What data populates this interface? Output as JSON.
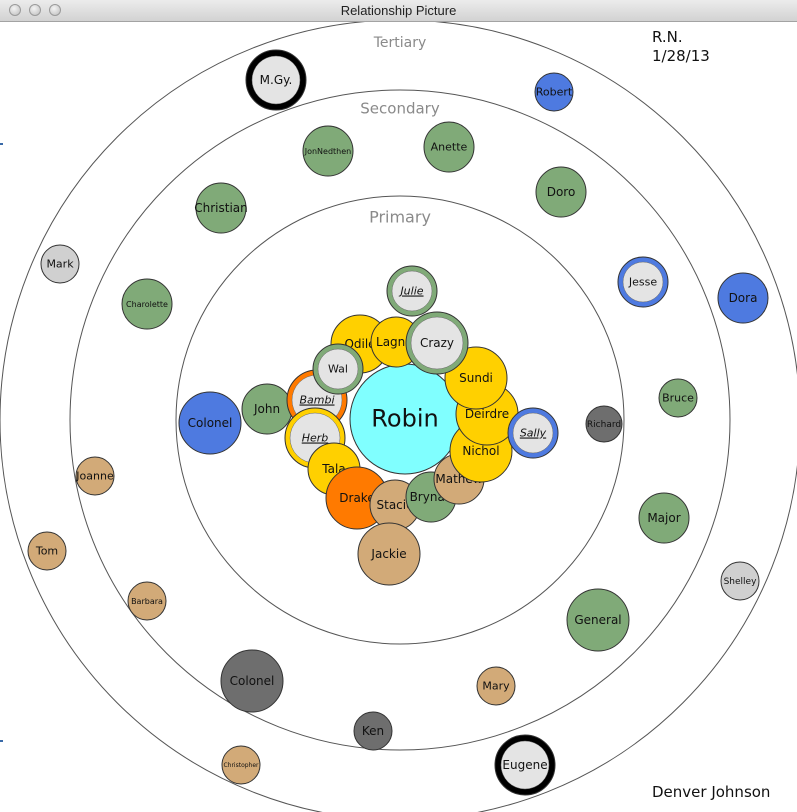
{
  "window": {
    "title": "Relationship Picture"
  },
  "header": {
    "initials": "R.N.",
    "date": "1/28/13"
  },
  "footer": {
    "name": "Denver Johnson"
  },
  "rings": [
    {
      "label": "Primary",
      "r": 240
    },
    {
      "label": "Secondary",
      "r": 330
    },
    {
      "label": "Tertiary",
      "r": 400
    }
  ],
  "colors": {
    "center": "#80ffff",
    "green": "#80aa78",
    "blue": "#4e7ae0",
    "tan": "#d2aa78",
    "yellow": "#ffd000",
    "orange": "#ff7a00",
    "gray": "#6e6e6e",
    "lightgray": "#d0d0d0",
    "white": "#e4e4e4",
    "black": "#000000"
  },
  "people": [
    {
      "name": "Robin",
      "fill": "center",
      "center": true
    },
    {
      "name": "Colonel",
      "fill": "blue"
    },
    {
      "name": "John",
      "fill": "green"
    },
    {
      "name": "Bambi",
      "fill": "white",
      "ring": "orange",
      "underline": true
    },
    {
      "name": "Herb",
      "fill": "white",
      "ring": "yellow",
      "underline": true
    },
    {
      "name": "Tala",
      "fill": "yellow"
    },
    {
      "name": "Drake",
      "fill": "orange"
    },
    {
      "name": "Stacie",
      "fill": "tan"
    },
    {
      "name": "Jackie",
      "fill": "tan"
    },
    {
      "name": "Brynan",
      "fill": "green"
    },
    {
      "name": "Mathew",
      "fill": "tan"
    },
    {
      "name": "Nichol",
      "fill": "yellow"
    },
    {
      "name": "Deirdre",
      "fill": "yellow"
    },
    {
      "name": "Sundi",
      "fill": "yellow"
    },
    {
      "name": "Odile",
      "fill": "yellow"
    },
    {
      "name": "Lagnia",
      "fill": "yellow"
    },
    {
      "name": "Crazy",
      "fill": "white",
      "ring": "green"
    },
    {
      "name": "Julie",
      "fill": "white",
      "ring": "green",
      "underline": true
    },
    {
      "name": "Wal",
      "fill": "white",
      "ring": "green"
    },
    {
      "name": "Sally",
      "fill": "white",
      "ring": "blue",
      "underline": true
    },
    {
      "name": "Richard",
      "fill": "gray"
    },
    {
      "name": "M.Gy.",
      "fill": "white",
      "ring": "black"
    },
    {
      "name": "Robert",
      "fill": "blue"
    },
    {
      "name": "JonNedthen",
      "fill": "green"
    },
    {
      "name": "Anette",
      "fill": "green"
    },
    {
      "name": "Doro",
      "fill": "green"
    },
    {
      "name": "Christian",
      "fill": "green"
    },
    {
      "name": "Mark",
      "fill": "lightgray"
    },
    {
      "name": "Charolette",
      "fill": "green"
    },
    {
      "name": "Jesse",
      "fill": "white",
      "ring": "blue"
    },
    {
      "name": "Dora",
      "fill": "blue"
    },
    {
      "name": "Bruce",
      "fill": "green"
    },
    {
      "name": "Joanne",
      "fill": "tan"
    },
    {
      "name": "Tom",
      "fill": "tan"
    },
    {
      "name": "Barbara",
      "fill": "tan"
    },
    {
      "name": "Major",
      "fill": "green"
    },
    {
      "name": "Shelley",
      "fill": "lightgray"
    },
    {
      "name": "General",
      "fill": "green"
    },
    {
      "name": "Colonel",
      "fill": "gray"
    },
    {
      "name": "Mary",
      "fill": "tan"
    },
    {
      "name": "Ken",
      "fill": "gray"
    },
    {
      "name": "Christopher",
      "fill": "tan"
    },
    {
      "name": "Eugene",
      "fill": "white",
      "ring": "black"
    }
  ]
}
